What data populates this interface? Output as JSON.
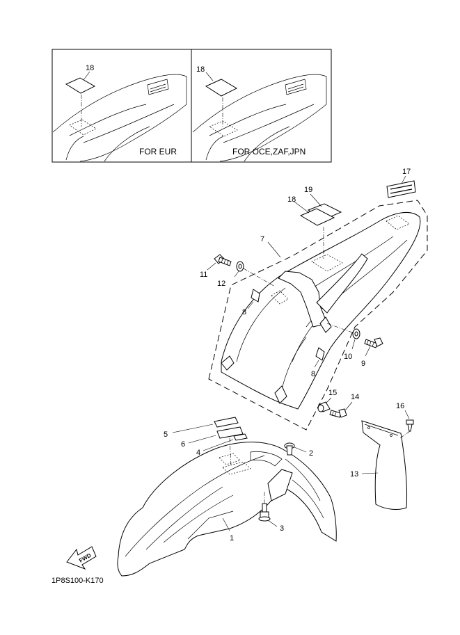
{
  "insets": [
    {
      "callout": "18",
      "caption": "FOR EUR"
    },
    {
      "callout": "18",
      "caption": "FOR OCE,ZAF,JPN"
    }
  ],
  "callouts": {
    "c1": "1",
    "c2": "2",
    "c3": "3",
    "c4": "4",
    "c5": "5",
    "c6": "6",
    "c7": "7",
    "c8a": "8",
    "c8b": "8",
    "c9": "9",
    "c10": "10",
    "c11": "11",
    "c12": "12",
    "c13": "13",
    "c14": "14",
    "c15": "15",
    "c16": "16",
    "c17": "17",
    "c18": "18",
    "c19": "19"
  },
  "fwd_label": "FWD",
  "diagram_code": "1P8S100-K170"
}
